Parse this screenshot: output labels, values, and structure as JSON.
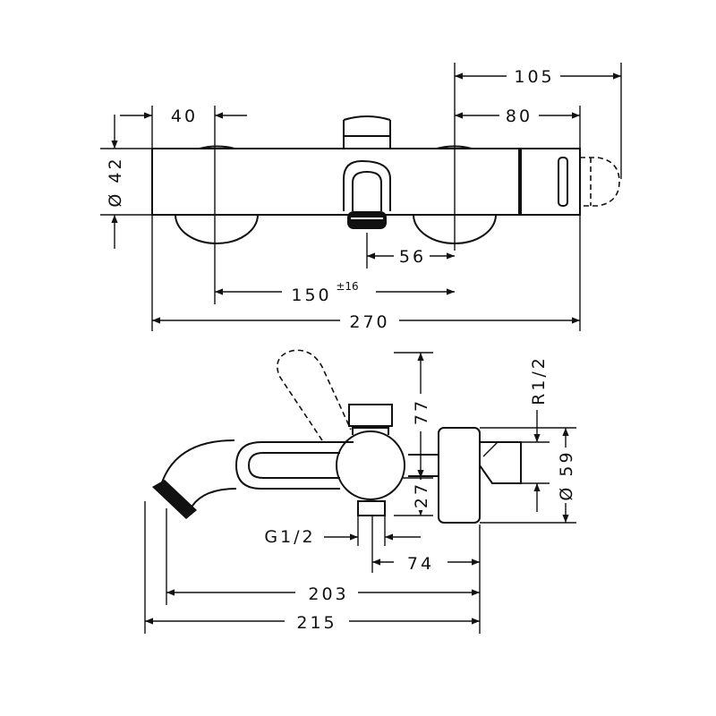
{
  "top_view": {
    "dims": {
      "d105": "105",
      "d80": "80",
      "d40": "40",
      "d42": "Ø 42",
      "d56": "56",
      "d150": "150",
      "d150_tol": "±16",
      "d270": "270"
    }
  },
  "side_view": {
    "dims": {
      "d77": "77",
      "d27": "27",
      "r12": "R1/2",
      "d59": "Ø 59",
      "g12": "G1/2",
      "d74": "74",
      "d203": "203",
      "d215": "215"
    }
  }
}
